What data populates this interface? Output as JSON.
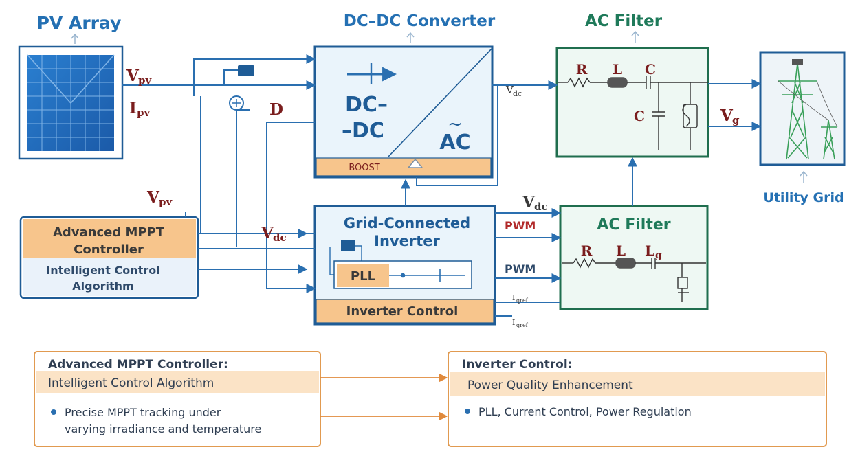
{
  "colors": {
    "block_border": "#1f5c96",
    "block_fill": "#eaf4fb",
    "line_blue": "#2a6fb0",
    "filter_border": "#1f6e4e",
    "filter_fill": "#eef8f3",
    "filter_title": "#1f7a5a",
    "orange_fill": "#f7c58c",
    "orange_border": "#e0a060",
    "dark_red_text": "#7a1d1d",
    "title_blue": "#2470b3",
    "panel_border": "#e19a50"
  },
  "blocks": {
    "pv_array": {
      "title": "PV Array"
    },
    "dcdc": {
      "title": "DC–DC Converter",
      "inner_line1": "DC–",
      "inner_line2": "–DC",
      "inner_ac": "AC",
      "inner_ac_symbol": "~",
      "footer": "BOOST"
    },
    "ac_filter_top": {
      "title": "AC Filter",
      "label_r": "R",
      "label_l": "L",
      "label_c1": "C",
      "label_c2": "C"
    },
    "utility_grid": {
      "title": "Utility Grid"
    },
    "mppt": {
      "line1": "Advanced MPPT",
      "line2": "Controller",
      "line3": "Intelligent Control",
      "line4": "Algorithm"
    },
    "inverter": {
      "title1": "Grid-Connected",
      "title2": "Inverter",
      "pll": "PLL",
      "footer": "Inverter Control"
    },
    "ac_filter_bottom": {
      "title": "AC Filter",
      "label_r": "R",
      "label_l": "L",
      "label_lg_main": "L",
      "label_lg_sub": "g"
    }
  },
  "signals": {
    "vpv_main": "V",
    "vpv_sub": "pv",
    "ipv_main": "I",
    "ipv_sub": "pv",
    "d": "D",
    "vdc_main": "V",
    "vdc_sub": "dc",
    "vg_main": "V",
    "vg_sub": "g",
    "pwm1": "PWM",
    "pwm2": "PWM",
    "iqref_main": "I",
    "iqref_sub": "qref"
  },
  "panels": {
    "left": {
      "title": "Advanced MPPT Controller:",
      "subtitle": "Intelligent Control Algorithm",
      "bullet_line1": "Precise MPPT tracking under",
      "bullet_line2": "varying irradiance and temperature"
    },
    "right": {
      "title": "Inverter Control:",
      "subtitle": "Power Quality Enhancement",
      "bullet": "PLL, Current Control, Power Regulation"
    }
  }
}
